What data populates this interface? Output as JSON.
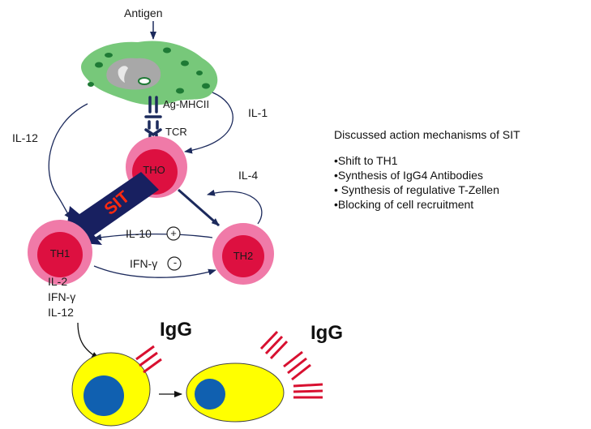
{
  "antigen": "Antigen",
  "ag_mhc": "Ag-MHCII",
  "tcr": "TCR",
  "il1": "IL-1",
  "il12_left": "IL-12",
  "il4": "IL-4",
  "tho": "THO",
  "sit": "SIT",
  "th1": "TH1",
  "th2": "TH2",
  "il10": "IL-10",
  "ifn": "IFN-γ",
  "plus": "+",
  "minus": "-",
  "th1_products": [
    "IL-2",
    "IFN-γ",
    "IL-12"
  ],
  "igg_left": "IgG",
  "igg_right": "IgG",
  "side_panel": {
    "heading": "Discussed action mechanisms of  SIT",
    "items": [
      "•Shift to TH1",
      "•Synthesis of  IgG4 Antibodies",
      "• Synthesis of  regulative T-Zellen",
      "•Blocking of cell recruitment"
    ]
  },
  "colors": {
    "cell_outer": "#f07aa8",
    "cell_inner": "#dd1040",
    "apc_green": "#77c87a",
    "apc_dark": "#1e7a35",
    "arrow_navy": "#1c2a5c",
    "sit_text": "#ff2a10",
    "yellow": "#ffff00",
    "nucleus": "#1060b0",
    "antibody_red": "#d81030"
  }
}
